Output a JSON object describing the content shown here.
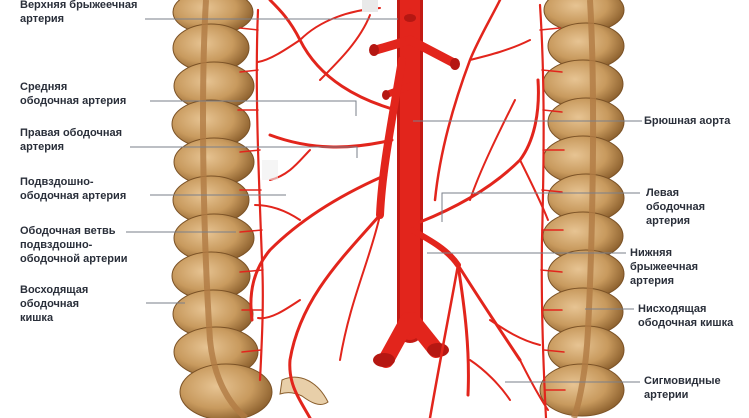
{
  "labels": {
    "sup_mesenteric": [
      "Верхняя брыжеечная",
      "артерия"
    ],
    "middle_colic": [
      "Средняя",
      "ободочная артерия"
    ],
    "right_colic": [
      "Правая ободочная",
      "артерия"
    ],
    "ileocolic": [
      "Подвздошно-",
      "ободочная артерия"
    ],
    "ileocolic_branch": [
      "Ободочная ветвь",
      "подвздошно-",
      "ободочной артерии"
    ],
    "ascending_colon": [
      "Восходящая",
      "ободочная",
      "кишка"
    ],
    "abdominal_aorta": [
      "Брюшная аорта"
    ],
    "left_colic": [
      "Левая",
      "ободочная",
      "артерия"
    ],
    "inf_mesenteric": [
      "Нижняя",
      "брыжеечная",
      "артерия"
    ],
    "descending_colon": [
      "Нисходящая",
      "ободочная кишка"
    ],
    "sigmoid": [
      "Сигмовидные",
      "артерии"
    ]
  },
  "colors": {
    "artery": "#e2251c",
    "artery_dark": "#b51712",
    "colon": "#c99a5c",
    "colon_dark": "#8a5e2c",
    "leader": "#7a7f8a",
    "text": "#2a2f3a"
  }
}
